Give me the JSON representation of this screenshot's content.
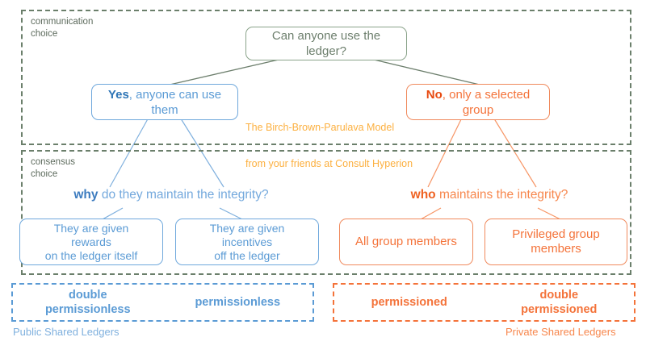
{
  "diagram": {
    "title_annotation": "The Birch-Brown-Parulava Model",
    "subtitle_annotation": "from your friends at Consult Hyperion",
    "colors": {
      "root": "#6d7f6d",
      "blue": "#5b9bd5",
      "orange": "#f4733a",
      "annotation": "#fcb040",
      "section_border": "#6b7f6b"
    }
  },
  "sections": [
    {
      "id": "communication",
      "label": "communication\nchoice"
    },
    {
      "id": "consensus",
      "label": "consensus\nchoice"
    }
  ],
  "root": {
    "text": "Can anyone use the ledger?"
  },
  "branches": {
    "yes": {
      "bold": "Yes",
      "rest": ", anyone can use them"
    },
    "no": {
      "bold": "No",
      "rest": ", only a selected group"
    }
  },
  "questions": {
    "left": {
      "bold": "why",
      "rest": " do they maintain the integrity?"
    },
    "right": {
      "bold": "who",
      "rest": " maintains the integrity?"
    }
  },
  "answers": {
    "left_a": "They are given\nrewards\non the ledger itself",
    "left_b": "They are given\nincentives\noff the ledger",
    "right_a": "All group members",
    "right_b": "Privileged group\nmembers"
  },
  "results": {
    "public": {
      "caption": "Public Shared Ledgers",
      "cells": [
        "double\npermissionless",
        "permissionless"
      ]
    },
    "private": {
      "caption": "Private Shared Ledgers",
      "cells": [
        "permissioned",
        "double\npermissioned"
      ]
    }
  }
}
